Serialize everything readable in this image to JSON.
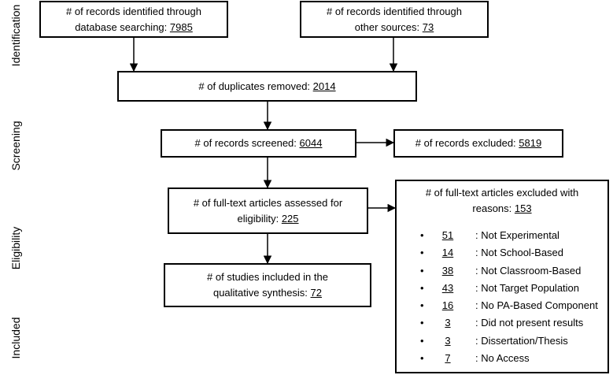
{
  "stages": {
    "identification": "Identification",
    "screening": "Screening",
    "eligibility": "Eligibility",
    "included": "Included"
  },
  "boxes": {
    "db_search": {
      "text_line1": "# of records identified through",
      "text_line2": "database searching: ",
      "value": "7985"
    },
    "other_sources": {
      "text_line1": "# of records identified through",
      "text_line2": "other sources: ",
      "value": "73"
    },
    "duplicates": {
      "text": "# of duplicates removed: ",
      "value": "2014"
    },
    "screened": {
      "text": "# of records screened: ",
      "value": "6044"
    },
    "excluded": {
      "text": "# of records excluded: ",
      "value": "5819"
    },
    "assessed": {
      "text_line1": "# of full-text articles assessed for",
      "text_line2": "eligibility: ",
      "value": "225"
    },
    "excluded_reasons": {
      "text_line1": "# of full-text articles excluded with",
      "text_line2": "reasons: ",
      "value": "153",
      "bullet": "•",
      "reasons": [
        {
          "value": "51",
          "label": ": Not Experimental"
        },
        {
          "value": "14",
          "label": ": Not School-Based"
        },
        {
          "value": "38",
          "label": ":  Not Classroom-Based"
        },
        {
          "value": "43",
          "label": ":  Not Target Population"
        },
        {
          "value": "16",
          "label": ": No PA-Based Component"
        },
        {
          "value": "3",
          "label": ": Did not present results"
        },
        {
          "value": "3",
          "label": ": Dissertation/Thesis"
        },
        {
          "value": "7",
          "label": ": No Access"
        }
      ]
    },
    "included_studies": {
      "text_line1": "# of studies included in the",
      "text_line2": "qualitative synthesis:  ",
      "value": "72"
    }
  }
}
